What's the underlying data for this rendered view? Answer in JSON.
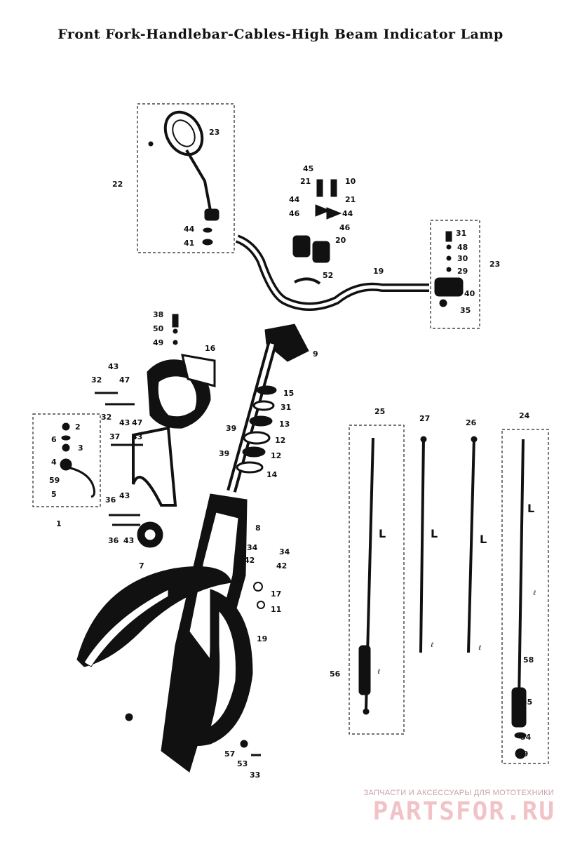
{
  "title": "Front Fork-Handlebar-Cables-High Beam Indicator Lamp",
  "watermark": {
    "tagline": "ЗАПЧАСТИ И АКСЕССУАРЫ ДЛЯ МОТОТЕХНИКИ",
    "brand": "PARTSFOR.RU"
  },
  "callouts": {
    "c1": "1",
    "c2": "2",
    "c3": "3",
    "c4": "4",
    "c5": "5",
    "c6": "6",
    "c7": "7",
    "c8": "8",
    "c9": "9",
    "c10": "10",
    "c11": "11",
    "c12a": "12",
    "c12b": "12",
    "c13": "13",
    "c14": "14",
    "c15": "15",
    "c16": "16",
    "c17": "17",
    "c19a": "19",
    "c19b": "19",
    "c20": "20",
    "c21a": "21",
    "c21b": "21",
    "c22": "22",
    "c23a": "23",
    "c23b": "23",
    "c24": "24",
    "c25": "25",
    "c26": "26",
    "c27": "27",
    "c29": "29",
    "c30": "30",
    "c31a": "31",
    "c31b": "31",
    "c32a": "32",
    "c32b": "32",
    "c33": "33",
    "c34a": "34",
    "c34b": "34",
    "c35": "35",
    "c36a": "36",
    "c36b": "36",
    "c37": "37",
    "c38": "38",
    "c39a": "39",
    "c39b": "39",
    "c40": "40",
    "c41": "41",
    "c42a": "42",
    "c42b": "42",
    "c43a": "43",
    "c43b": "43",
    "c43c": "43",
    "c43d": "43",
    "c43e": "43",
    "c44a": "44",
    "c44b": "44",
    "c44c": "44",
    "c45": "45",
    "c46a": "46",
    "c46b": "46",
    "c47a": "47",
    "c47b": "47",
    "c48": "48",
    "c49a": "49",
    "c49b": "49",
    "c50": "50",
    "c52": "52",
    "c53": "53",
    "c54": "54",
    "c55": "55",
    "c56": "56",
    "c57": "57",
    "c58": "58",
    "c59": "59"
  },
  "dimension_marks": {
    "L": "L",
    "l": "ℓ"
  }
}
